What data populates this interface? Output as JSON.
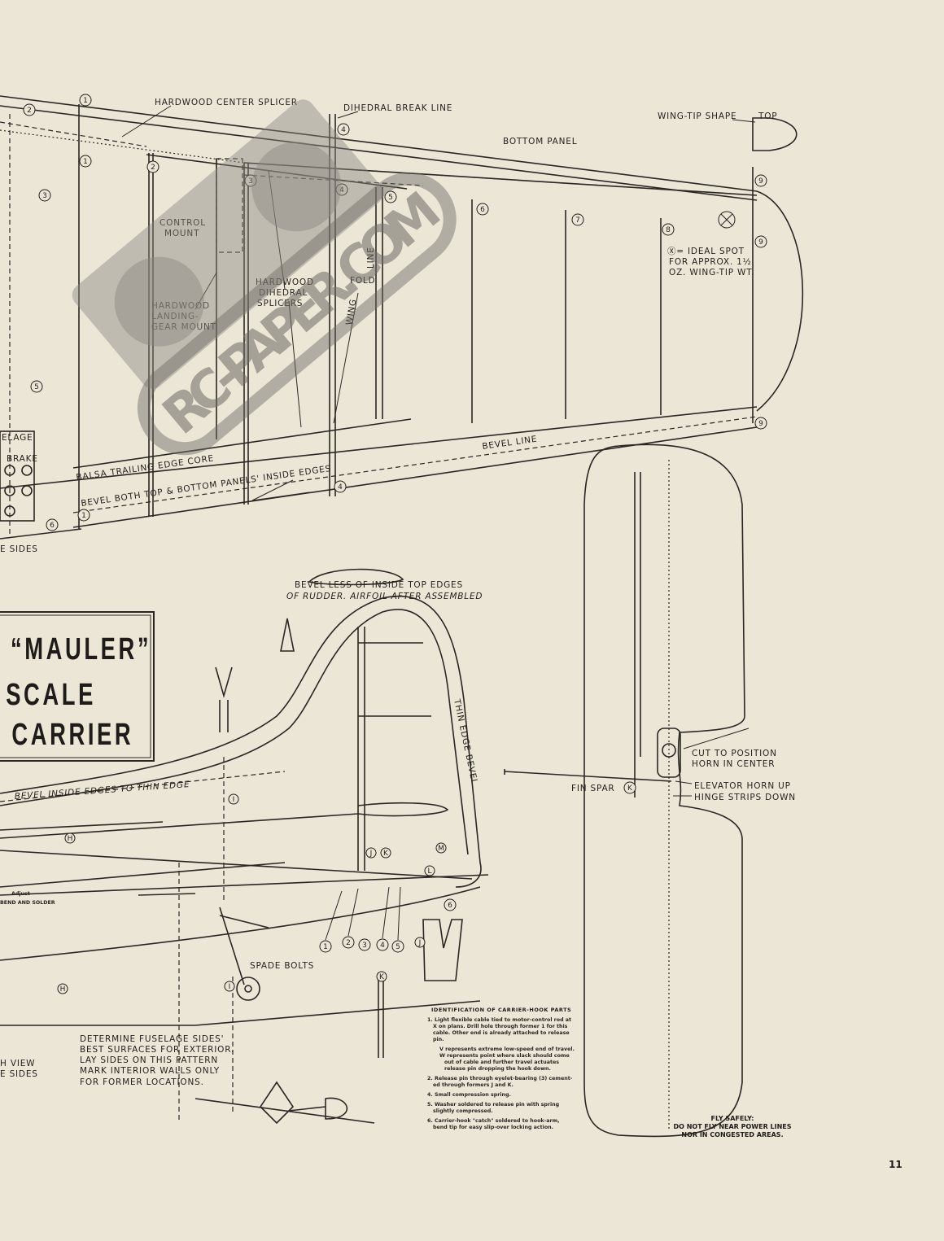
{
  "title_box": {
    "line1": "“MAULER”",
    "line2": "SCALE",
    "line3": "CARRIER"
  },
  "watermark": "RC-PAPER.COM",
  "wing_labels": {
    "center_splicer": "HARDWOOD CENTER SPLICER",
    "dihedral_break": "DIHEDRAL BREAK LINE",
    "bottom_panel": "BOTTOM PANEL",
    "wingtip_shape": "WING-TIP SHAPE",
    "top": "TOP",
    "control_mount_1": "CONTROL",
    "control_mount_2": "MOUNT",
    "gear_mount_1": "HARDWOOD",
    "gear_mount_2": "LANDING-",
    "gear_mount_3": "GEAR MOUNT",
    "dihedral_splicers_1": "HARDWOOD",
    "dihedral_splicers_2": "DIHEDRAL",
    "dihedral_splicers_3": "SPLICERS",
    "wing": "WING",
    "fold": "FOLD",
    "line": "LINE",
    "ideal_1": "Ⓧ= IDEAL SPOT",
    "ideal_2": "FOR APPROX. 1½",
    "ideal_3": "OZ. WING-TIP WT.",
    "x_mark": "X",
    "trailing_core": "BALSA TRAILING EDGE CORE",
    "bevel_panels": "BEVEL BOTH TOP & BOTTOM PANELS' INSIDE EDGES",
    "bevel_line": "BEVEL LINE",
    "fuselage": "ELAGE",
    "brake": "BRAKE",
    "sides": "E SIDES"
  },
  "rib_numbers": [
    "1",
    "2",
    "3",
    "4",
    "5",
    "6",
    "7",
    "8",
    "9"
  ],
  "tail_labels": {
    "bevel_less_1": "BEVEL LESS OF INSIDE TOP EDGES",
    "bevel_less_2": "OF RUDDER. AIRFOIL AFTER ASSEMBLED",
    "thin_edge": "THIN EDGE BEVEL",
    "bevel_inside": "BEVEL INSIDE EDGES TO THIN EDGE",
    "spade_bolts": "SPADE BOLTS",
    "adjust": "Adjust",
    "bend_solder": "BEND AND SOLDER",
    "former_h": "H",
    "former_i": "I",
    "former_j": "J",
    "former_k": "K",
    "former_l": "L",
    "former_m": "M",
    "parts": [
      "1",
      "2",
      "3",
      "4",
      "5",
      "6"
    ]
  },
  "fuselage_note": [
    "DETERMINE FUSELAGE SIDES'",
    "BEST SURFACES FOR EXTERIOR.",
    "LAY SIDES ON THIS PATTERN",
    "MARK INTERIOR WALLS ONLY",
    "FOR FORMER LOCATIONS."
  ],
  "side_view": [
    "H VIEW",
    "E SIDES"
  ],
  "stab_labels": {
    "cut_1": "CUT TO POSITION",
    "cut_2": "HORN IN CENTER",
    "elev_horn": "ELEVATOR HORN UP",
    "hinge": "HINGE STRIPS DOWN",
    "fin_spar": "FIN SPAR",
    "fin_k": "K"
  },
  "identification": {
    "heading": "IDENTIFICATION OF CARRIER-HOOK PARTS",
    "lines": [
      "1. Light flexible cable tied to motor-control rod at",
      "X on plans. Drill hole through former 1 for this",
      "cable. Other end is already attached to release",
      "pin.",
      "V represents extreme low-speed end of travel.",
      "W represents point where slack should come",
      "out of cable and further travel actuates",
      "release pin dropping the hook down.",
      "2. Release pin through eyelet-bearing (3) cement-",
      "ed through formers J and K.",
      "4. Small compression spring.",
      "5. Washer soldered to release pin with spring",
      "slightly compressed.",
      "6. Carrier-hook \"catch\" soldered to hook-arm,",
      "bend tip for easy slip-over locking action."
    ]
  },
  "safety": [
    "FLY SAFELY:",
    "DO NOT FLY NEAR POWER LINES",
    "NOR IN CONGESTED AREAS."
  ],
  "page_number": "11"
}
